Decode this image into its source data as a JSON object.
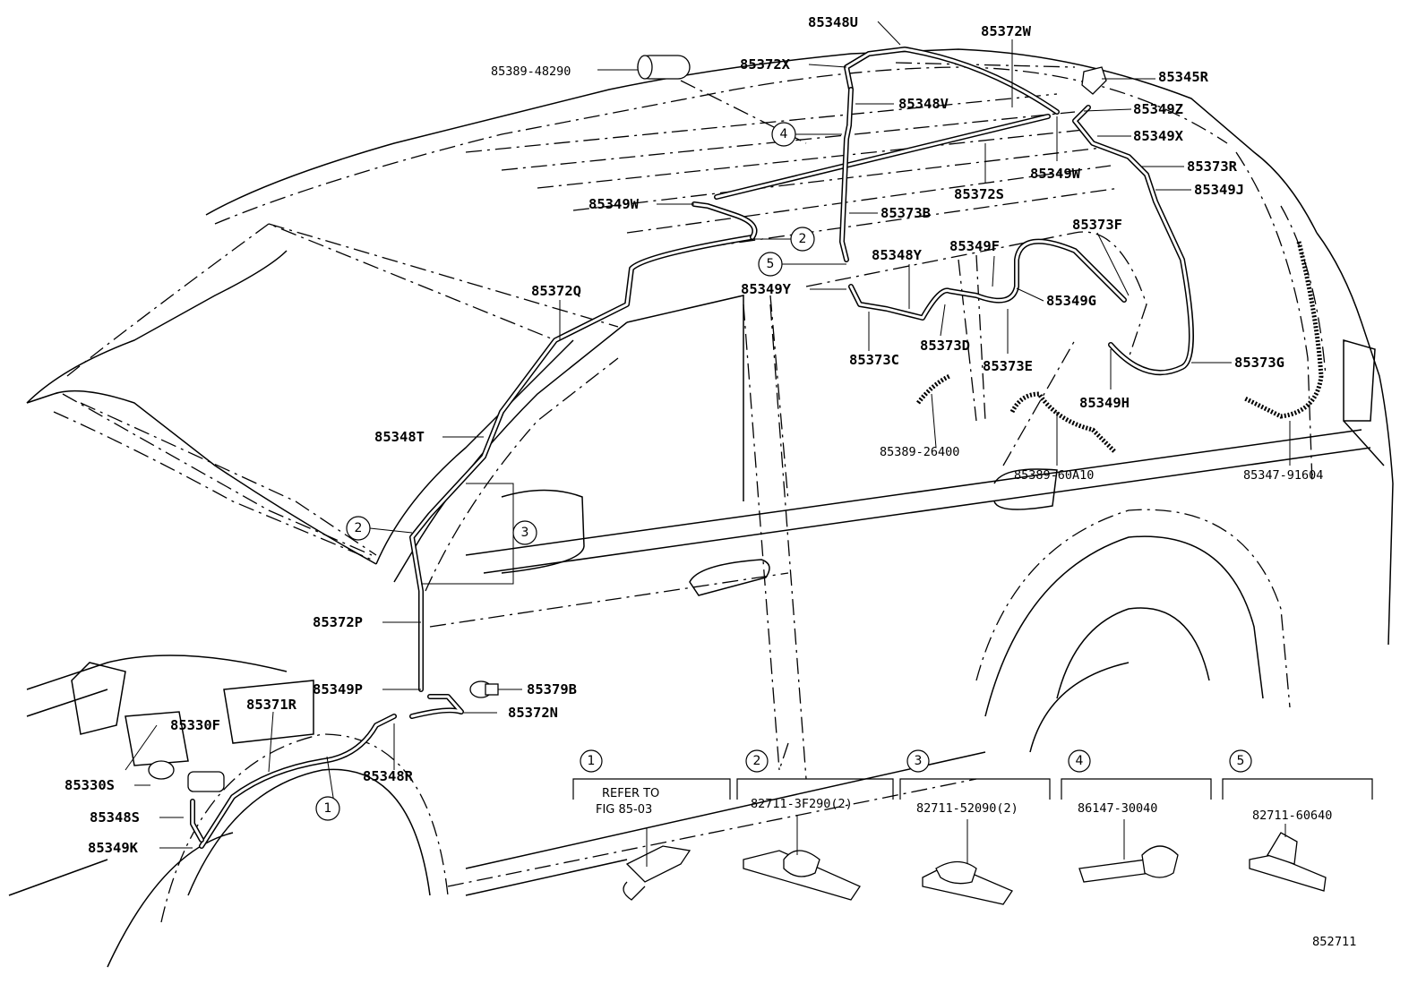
{
  "figure_id": "852711",
  "refer_note_line1": "REFER TO",
  "refer_note_line2": "FIG 85-03",
  "callouts": [
    "1",
    "2",
    "3",
    "4",
    "5"
  ],
  "labels": {
    "p85348U": "85348U",
    "p85372W": "85372W",
    "p85389_48290": "85389-48290",
    "p85372X": "85372X",
    "p85345R": "85345R",
    "p85348V": "85348V",
    "p85349Z": "85349Z",
    "p85349X": "85349X",
    "p85349W_top": "85349W",
    "p85373R": "85373R",
    "p85372S": "85372S",
    "p85349J": "85349J",
    "p85349W_left": "85349W",
    "p85373B": "85373B",
    "p85373F": "85373F",
    "p85348Y": "85348Y",
    "p85349F": "85349F",
    "p85349Y": "85349Y",
    "p85349G": "85349G",
    "p85372Q": "85372Q",
    "p85373D": "85373D",
    "p85373C": "85373C",
    "p85373E": "85373E",
    "p85373G": "85373G",
    "p85349H": "85349H",
    "p85348T": "85348T",
    "p85389_26400": "85389-26400",
    "p85389_60A10": "85389-60A10",
    "p85347_91604": "85347-91604",
    "p85372P": "85372P",
    "p85349P": "85349P",
    "p85379B": "85379B",
    "p85371R": "85371R",
    "p85372N": "85372N",
    "p85330F": "85330F",
    "p85330S": "85330S",
    "p85348R": "85348R",
    "p85348S": "85348S",
    "p85349K": "85349K"
  },
  "legend": [
    {
      "num": "1",
      "part": ""
    },
    {
      "num": "2",
      "part": "82711-3F290(2)"
    },
    {
      "num": "3",
      "part": "82711-52090(2)"
    },
    {
      "num": "4",
      "part": "86147-30040"
    },
    {
      "num": "5",
      "part": "82711-60640"
    }
  ]
}
